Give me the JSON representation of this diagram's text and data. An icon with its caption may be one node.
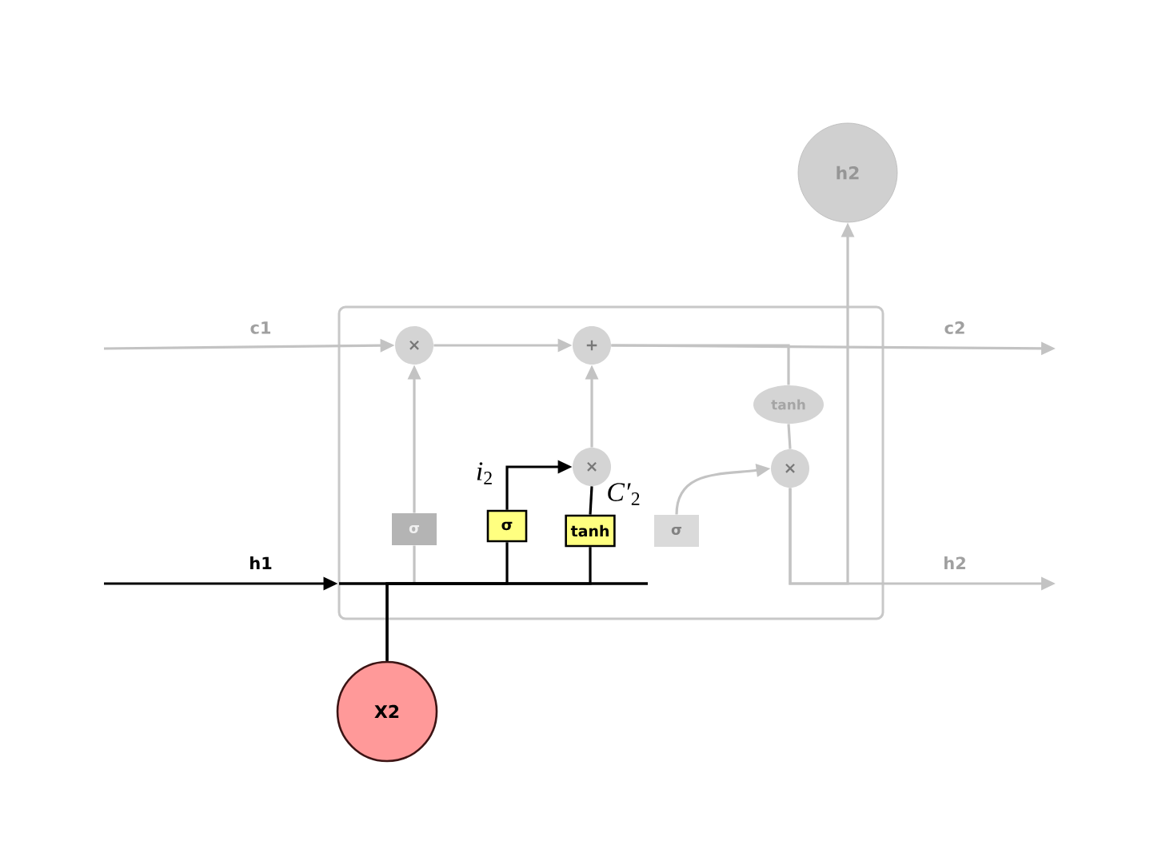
{
  "diagram": {
    "nodes": [
      {
        "text": [],
        "shape": "box"
      },
      {
        "text": [
          "h2"
        ]
      },
      {
        "text": [
          "×"
        ],
        "in": 0
      },
      {
        "text": [
          "+"
        ],
        "in": 0
      },
      {
        "text": [
          "×"
        ],
        "in": 0
      },
      {
        "text": [
          "tanh"
        ],
        "in": 0
      },
      {
        "text": [
          "×"
        ],
        "in": 0
      },
      {
        "text": [
          "σ"
        ],
        "in": 0
      },
      {
        "text": [
          "σ"
        ],
        "in": 0
      },
      {
        "text": [
          "tanh"
        ],
        "in": 0
      },
      {
        "text": [
          "σ"
        ],
        "in": 0
      },
      {
        "text": [
          "X2"
        ]
      }
    ],
    "edges": [
      {
        "from": null,
        "to": 2,
        "arrow": "to",
        "label": "c1"
      },
      {
        "from": 2,
        "to": 3,
        "arrow": "to"
      },
      {
        "from": 3,
        "to": null,
        "arrow": "to",
        "label": "c2"
      },
      {
        "from": 3,
        "to": 5,
        "arrow": "none"
      },
      {
        "from": 5,
        "to": 6,
        "arrow": "none"
      },
      {
        "from": 6,
        "to": 1,
        "arrow": "to"
      },
      {
        "from": 6,
        "to": null,
        "arrow": "to",
        "label": "h2"
      },
      {
        "from": 7,
        "to": 2,
        "arrow": "to"
      },
      {
        "from": 4,
        "to": 3,
        "arrow": "to"
      },
      {
        "from": 8,
        "to": 4,
        "arrow": "to",
        "label": "*i*$_{2}$",
        "color": "#000000"
      },
      {
        "from": 9,
        "to": 4,
        "arrow": "none",
        "label": "*C′*$_{2}$",
        "color": "#000000"
      },
      {
        "from": 10,
        "to": 6,
        "arrow": "to"
      },
      {
        "from": null,
        "to": 0,
        "arrow": "to",
        "label": "h1",
        "color": "#000000"
      },
      {
        "from": 11,
        "to": 7,
        "arrow": "none"
      },
      {
        "from": 11,
        "to": 8,
        "arrow": "none",
        "color": "#000000"
      },
      {
        "from": 11,
        "to": 9,
        "arrow": "none",
        "color": "#000000"
      }
    ]
  }
}
